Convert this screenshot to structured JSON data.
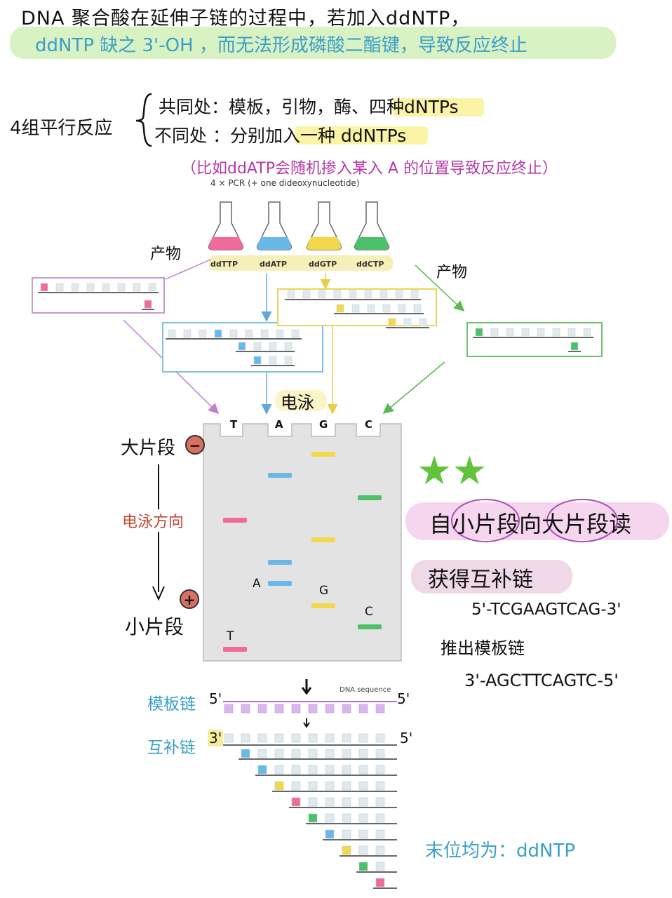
{
  "header": {
    "line1": "DNA 聚合酸在延伸子链的过程中，若加入ddNTP，",
    "line2": "ddNTP 缺之 3'-OH ，而无法形成磷酸二酯键，导致反应终止"
  },
  "reactions": {
    "label": "4组平行反应",
    "common": "共同处：模板，引物，酶、四种dNTPs",
    "different": "不同处 ：分别加入一种 ddNTPs",
    "example": "（比如ddATP会随机掺入某入 A 的位置导致反应终止）",
    "pcr_caption": "4 × PCR (+ one dideoxynucleotide)"
  },
  "flasks": [
    {
      "label": "ddTTP",
      "color": "#f06a9a"
    },
    {
      "label": "ddATP",
      "color": "#6ab8e8"
    },
    {
      "label": "ddGTP",
      "color": "#f2d84a"
    },
    {
      "label": "ddCTP",
      "color": "#4cc06a"
    }
  ],
  "product_label_left": "产物",
  "product_label_right": "产物",
  "electrophoresis_label": "电泳",
  "gel": {
    "lanes": [
      "T",
      "A",
      "G",
      "C"
    ],
    "large_label": "大片段",
    "small_label": "小片段",
    "direction_label": "电泳方向",
    "minus": "−",
    "plus": "+",
    "band_letters": {
      "A": "A",
      "G": "G",
      "C": "C",
      "T": "T"
    }
  },
  "reading": {
    "stars": "★★",
    "read_rule": "自小片段向大片段读",
    "get_complement": "获得互补链",
    "complement_seq": "5'-TCGAAGTCAG-3'",
    "derive_template": "推出模板链",
    "template_seq": "3'-AGCTTCAGTC-5'"
  },
  "bottom": {
    "template_label": "模板链",
    "complement_label": "互补链",
    "five_prime": "5'",
    "three_prime": "3'",
    "dna_sequence": "DNA sequence",
    "note": "末位均为：ddNTP"
  },
  "colors": {
    "T": "#f06a9a",
    "A": "#6ab8e8",
    "G": "#f2d84a",
    "C": "#4cc06a",
    "blank": "#dfe9ee",
    "template": "#d9b6ee"
  }
}
